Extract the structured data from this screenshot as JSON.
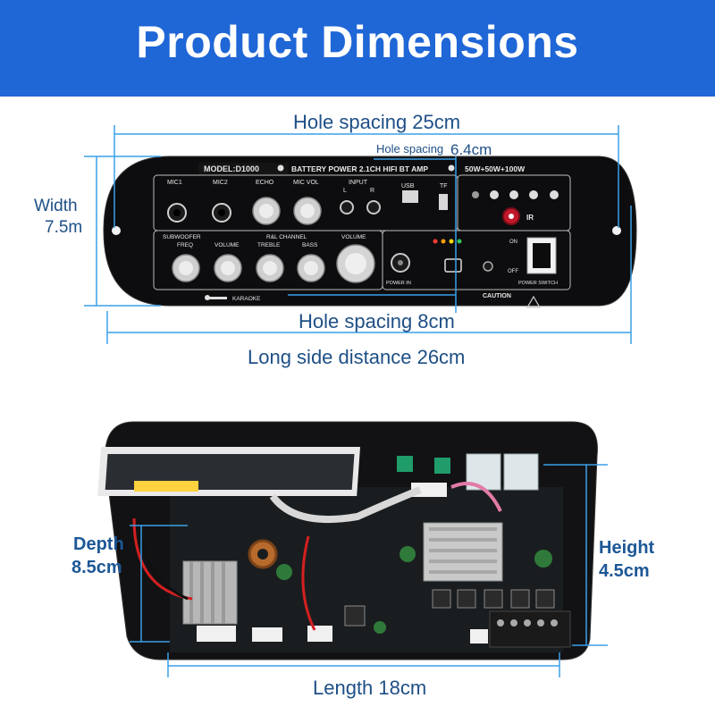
{
  "banner": {
    "title": "Product Dimensions",
    "color": "#1f66d6"
  },
  "accent_color": "#3aa0e8",
  "top_view": {
    "hole_spacing_top": "Hole spacing 25cm",
    "hole_spacing_small_label": "Hole spacing",
    "hole_spacing_small_value": "6.4cm",
    "width_label": "Width",
    "width_value": "7.5m",
    "hole_spacing_bottom": "Hole spacing 8cm",
    "long_side": "Long side distance 26cm",
    "panel": {
      "model": "MODEL:D1000",
      "title": "BATTERY POWER 2.1CH HIFI BT AMP",
      "power": "50W+50W+100W",
      "mic1": "MIC1",
      "mic2": "MIC2",
      "echo": "ECHO",
      "mic_vol": "MIC VOL",
      "input": "INPUT",
      "input_l": "L",
      "input_r": "R",
      "usb": "USB",
      "tf": "TF",
      "subwoofer": "SUBWOOFER",
      "freq": "FREQ",
      "volume": "VOLUME",
      "rl_channel": "R&L CHANNEL",
      "treble": "TREBLE",
      "bass": "BASS",
      "volume2": "VOLUME",
      "power_in": "POWER IN",
      "on": "ON",
      "off": "OFF",
      "power_switch": "POWER SWITCH",
      "ir": "IR",
      "karaoke": "KARAOKE",
      "caution": "CAUTION"
    }
  },
  "bottom_view": {
    "depth_label": "Depth",
    "depth_value": "8.5cm",
    "height_label": "Height",
    "height_value": "4.5cm",
    "length": "Length 18cm"
  }
}
